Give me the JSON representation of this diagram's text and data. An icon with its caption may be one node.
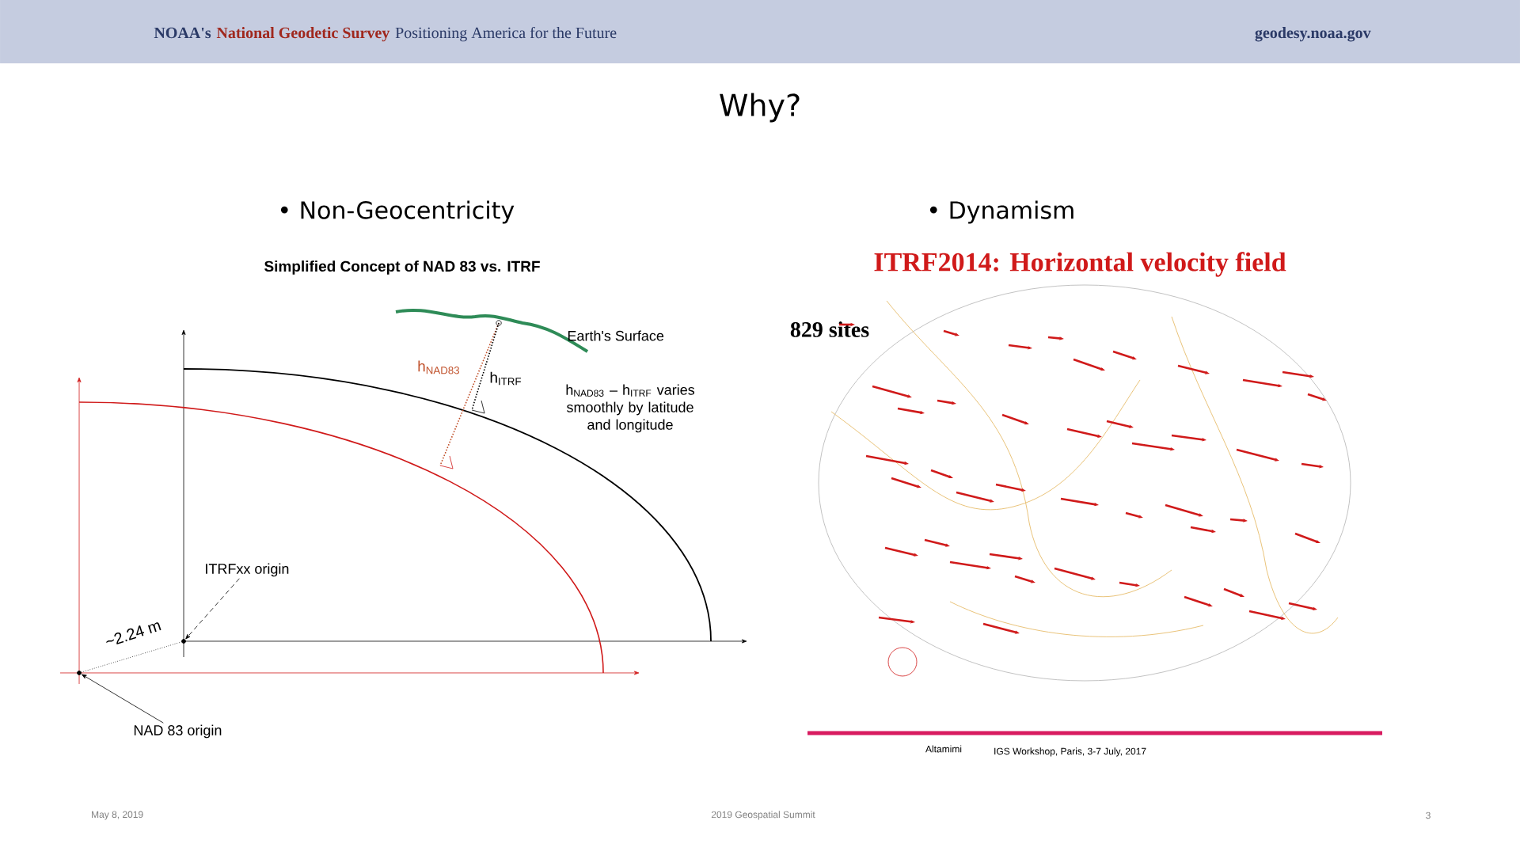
{
  "diagram": {
    "title": "Why?",
    "nodes": [
      {
        "text": [
          "ITRFxx origin"
        ]
      },
      {
        "text": [
          "NAD 83 origin"
        ]
      },
      {
        "text": [],
        "shape": "circle"
      },
      {
        "text": [],
        "shape": "circle"
      }
    ],
    "edges": [
      {
        "from": 0,
        "to": 2,
        "arrow": "to",
        "style": "dashed"
      },
      {
        "from": 1,
        "to": 3,
        "arrow": "to"
      }
    ],
    "labels": [
      "NOAA's",
      "National Geodetic Survey",
      "Positioning America for the Future",
      "geodesy.noaa.gov",
      "• Non-Geocentricity",
      "• Dynamism",
      "Simplified Concept of NAD 83 vs. ITRF",
      "Earth's Surface",
      "h$_{NAD83}$",
      "h$_{ITRF}$",
      "h$_{NAD83}$ – h$_{ITRF}$ varies smoothly by latitude and longitude",
      "~2.24 m",
      "ITRF2014: Horizontal velocity field",
      "829 sites",
      "Altamimi",
      "IGS Workshop, Paris, 3-7 July, 2017",
      "May 8, 2019",
      "2019 Geospatial Summit",
      "3"
    ]
  }
}
